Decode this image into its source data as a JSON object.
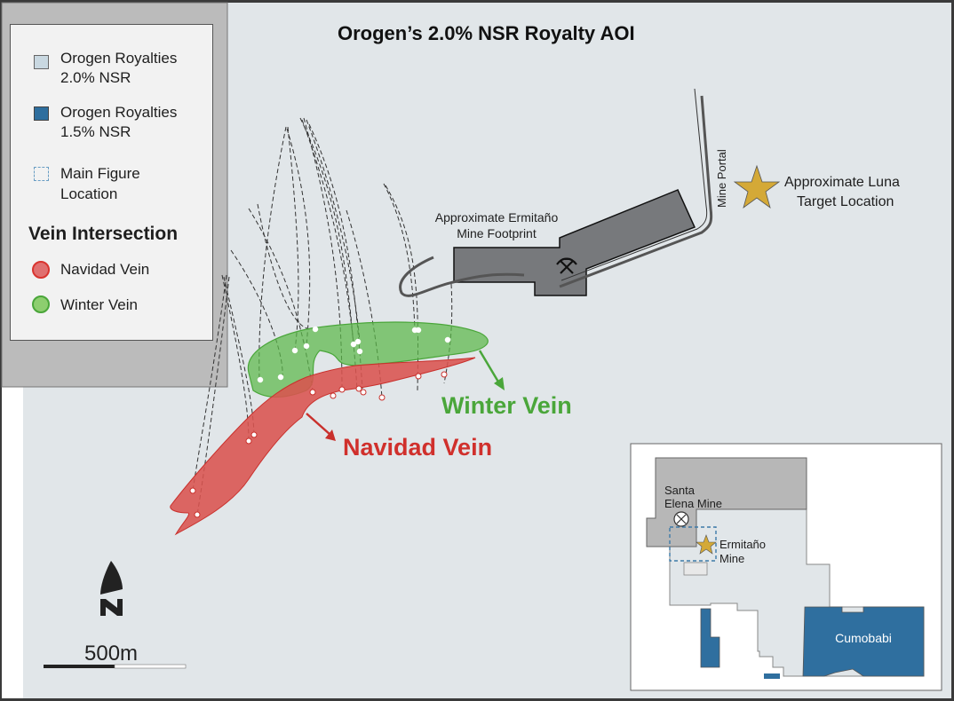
{
  "title": "Orogen’s 2.0% NSR Royalty AOI",
  "colors": {
    "map_background": "#e1e6e9",
    "legend_panel_bg": "#bbbbbb",
    "royalty_2_0": "#c9d8e1",
    "royalty_1_5": "#2e6e9e",
    "navidad_vein": "#d9534f",
    "winter_vein": "#5cb84a",
    "mine_footprint": "#777a7e",
    "star": "#d4a937"
  },
  "legend": {
    "items": [
      {
        "label_line1": "Orogen Royalties",
        "label_line2": "2.0% NSR",
        "icon": "light-blue-square"
      },
      {
        "label_line1": "Orogen Royalties",
        "label_line2": "1.5% NSR",
        "icon": "dark-blue-square"
      },
      {
        "label_line1": "Main Figure",
        "label_line2": "Location",
        "icon": "dashed-square"
      }
    ],
    "vein_heading": "Vein Intersection",
    "veins": [
      {
        "label": "Navidad Vein",
        "icon": "red-circle"
      },
      {
        "label": "Winter Vein",
        "icon": "green-circle"
      }
    ]
  },
  "map": {
    "mine_footprint_label_line1": "Approximate Ermitaño",
    "mine_footprint_label_line2": "Mine Footprint",
    "mine_portal_label": "Mine Portal",
    "luna_label_line1": "Approximate Luna",
    "luna_label_line2": "Target Location",
    "winter_vein_label": "Winter Vein",
    "navidad_vein_label": "Navidad Vein",
    "north_label": "N",
    "scale_label": "500m"
  },
  "inset": {
    "santa_elena_line1": "Santa",
    "santa_elena_line2": "Elena Mine",
    "ermitano_line1": "Ermitaño",
    "ermitano_line2": "Mine",
    "cumobabi_label": "Cumobabi"
  }
}
